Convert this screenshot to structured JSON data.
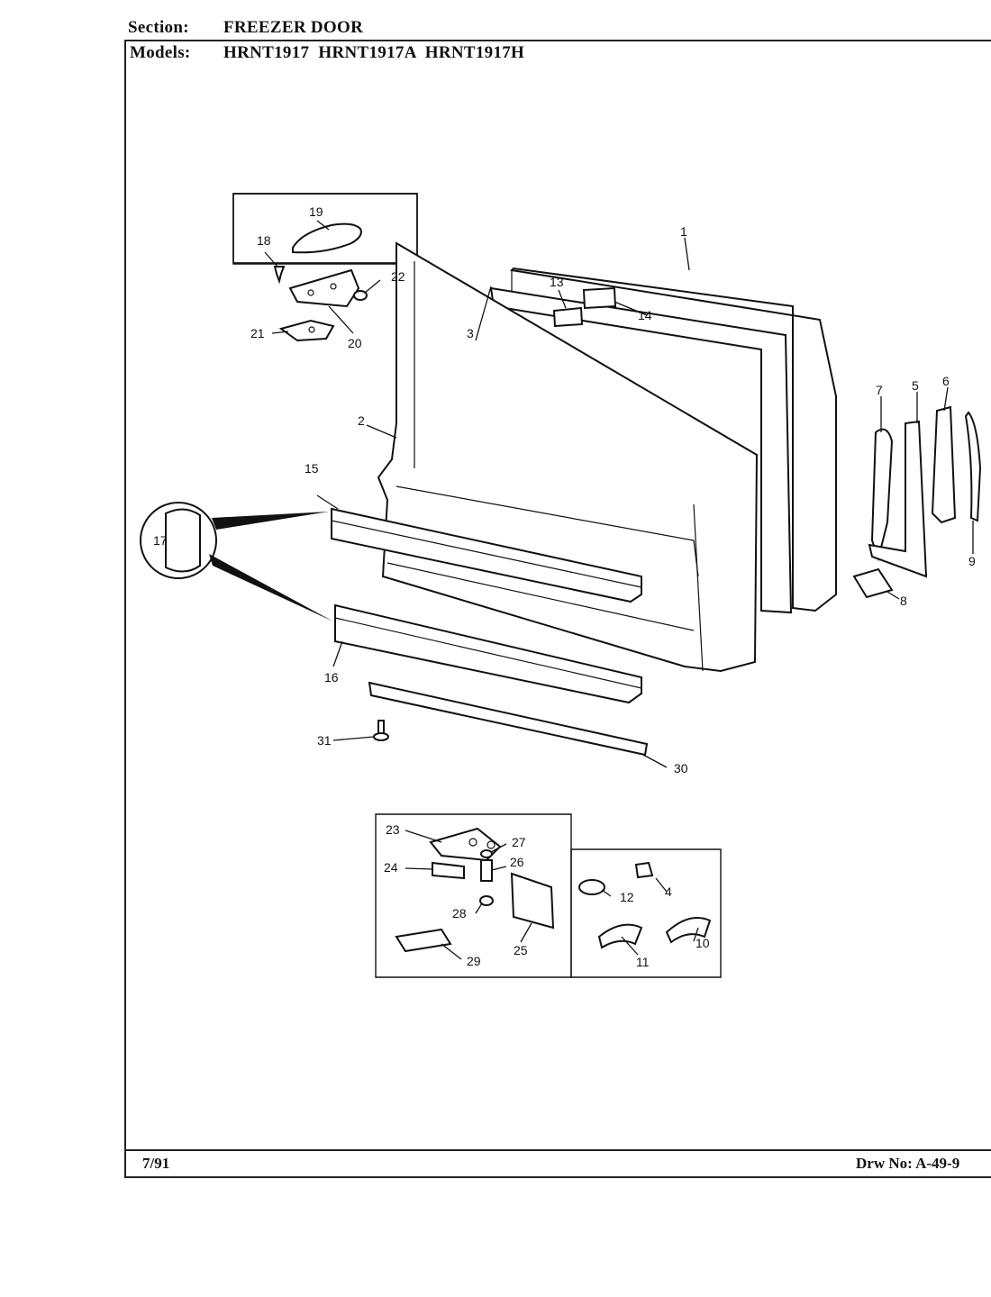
{
  "header": {
    "section_label": "Section:",
    "section_value": "FREEZER DOOR",
    "models_label": "Models:",
    "models_value": "HRNT1917  HRNT1917A  HRNT1917H"
  },
  "footer": {
    "date": "7/91",
    "drawing_number": "Drw No: A-49-9"
  },
  "callouts": [
    "1",
    "2",
    "3",
    "4",
    "5",
    "6",
    "7",
    "8",
    "9",
    "10",
    "11",
    "12",
    "13",
    "14",
    "15",
    "16",
    "17",
    "18",
    "19",
    "20",
    "21",
    "22",
    "23",
    "24",
    "25",
    "26",
    "27",
    "28",
    "29",
    "30",
    "31"
  ]
}
